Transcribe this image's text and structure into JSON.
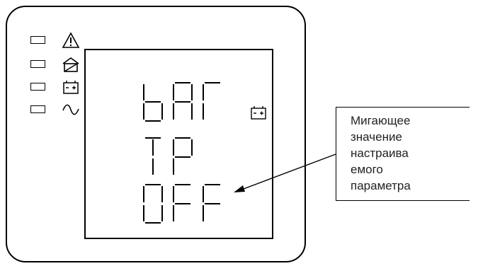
{
  "indicators": [
    {
      "icon": "warning-icon"
    },
    {
      "icon": "bypass-icon"
    },
    {
      "icon": "battery-icon"
    },
    {
      "icon": "ac-sine-icon"
    }
  ],
  "display": {
    "lines": [
      "bAr",
      "TP",
      "OFF"
    ],
    "battery_symbol": "battery-icon"
  },
  "callout": {
    "lines": [
      "Мигающее",
      "значение",
      "настраива",
      "емого",
      "параметра"
    ]
  }
}
